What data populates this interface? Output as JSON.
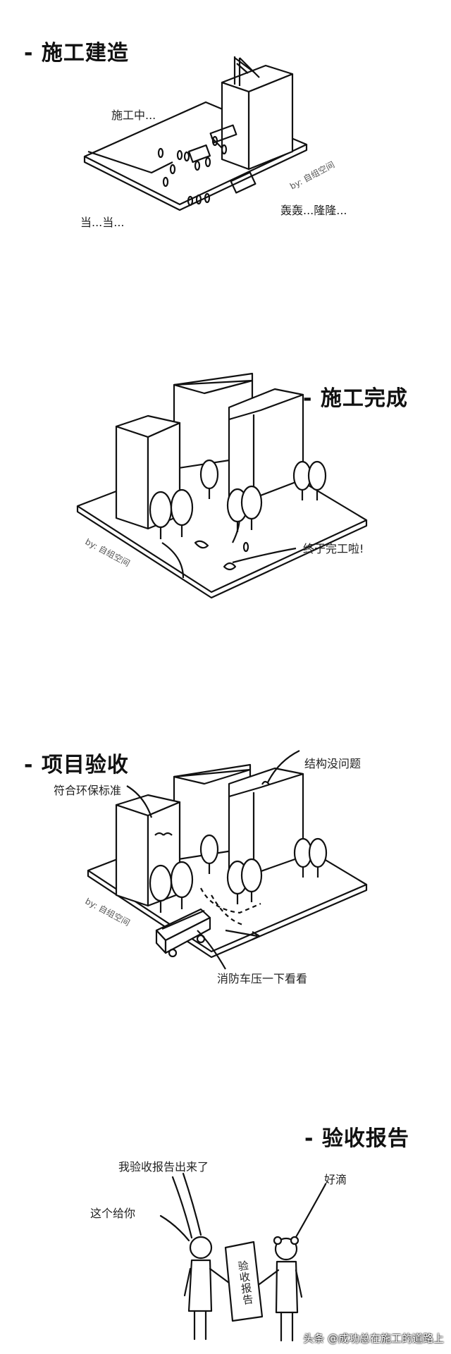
{
  "panels": [
    {
      "title": "- 施工建造",
      "notes": [
        "施工中...",
        "轰轰...隆隆...",
        "当...当..."
      ],
      "watermark": "by: 自组空间"
    },
    {
      "title": "- 施工完成",
      "notes": [
        "终于完工啦!"
      ],
      "watermark": "by: 自组空间"
    },
    {
      "title": "- 项目验收",
      "notes": [
        "结构没问题",
        "符合环保标准",
        "消防车压一下看看"
      ],
      "watermark": "by: 自组空间"
    },
    {
      "title": "- 验收报告",
      "notes": [
        "我验收报告出来了",
        "好滴",
        "这个给你"
      ],
      "report_label": "验收报告"
    }
  ],
  "footer": "头条 @成功总在施工的道路上"
}
